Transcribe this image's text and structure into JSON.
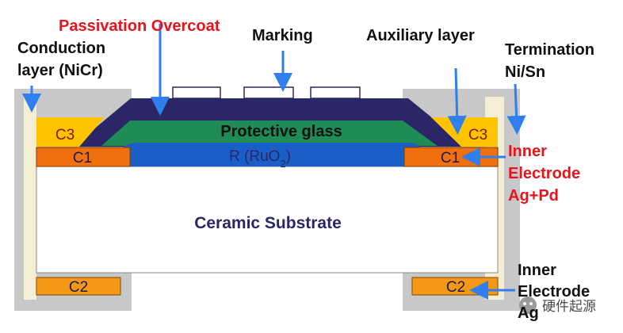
{
  "labels": {
    "passivation": "Passivation Overcoat",
    "marking": "Marking",
    "auxiliary": "Auxiliary layer",
    "conduction_line1": "Conduction",
    "conduction_line2": "layer (NiCr)",
    "termination_line1": "Termination",
    "termination_line2": "Ni/Sn",
    "inner_electrode_agpd_line1": "Inner",
    "inner_electrode_agpd_line2": "Electrode",
    "inner_electrode_agpd_line3": "Ag+Pd",
    "inner_electrode_ag_line1": "Inner",
    "inner_electrode_ag_line2": "Electrode",
    "inner_electrode_ag_line3": "Ag",
    "protective_glass": "Protective glass",
    "resistor_prefix": "R (RuO",
    "resistor_sub": "2",
    "resistor_suffix": ")",
    "ceramic": "Ceramic Substrate",
    "c1_left": "C1",
    "c1_right": "C1",
    "c2_left": "C2",
    "c2_right": "C2",
    "c3_left": "C3",
    "c3_right": "C3",
    "watermark": "硬件起源"
  },
  "colors": {
    "substrate": "#ffffff",
    "substrate_text": "#2b2766",
    "overcoat": "#2b2766",
    "glass": "#1f8c56",
    "resistor": "#1a5fc8",
    "c1": "#f07010",
    "c2": "#f59818",
    "c3": "#ffc400",
    "termination": "#c8c8c8",
    "conduction": "#f4eed4",
    "arrow": "#2f7fef",
    "red_label": "#e8141c"
  }
}
